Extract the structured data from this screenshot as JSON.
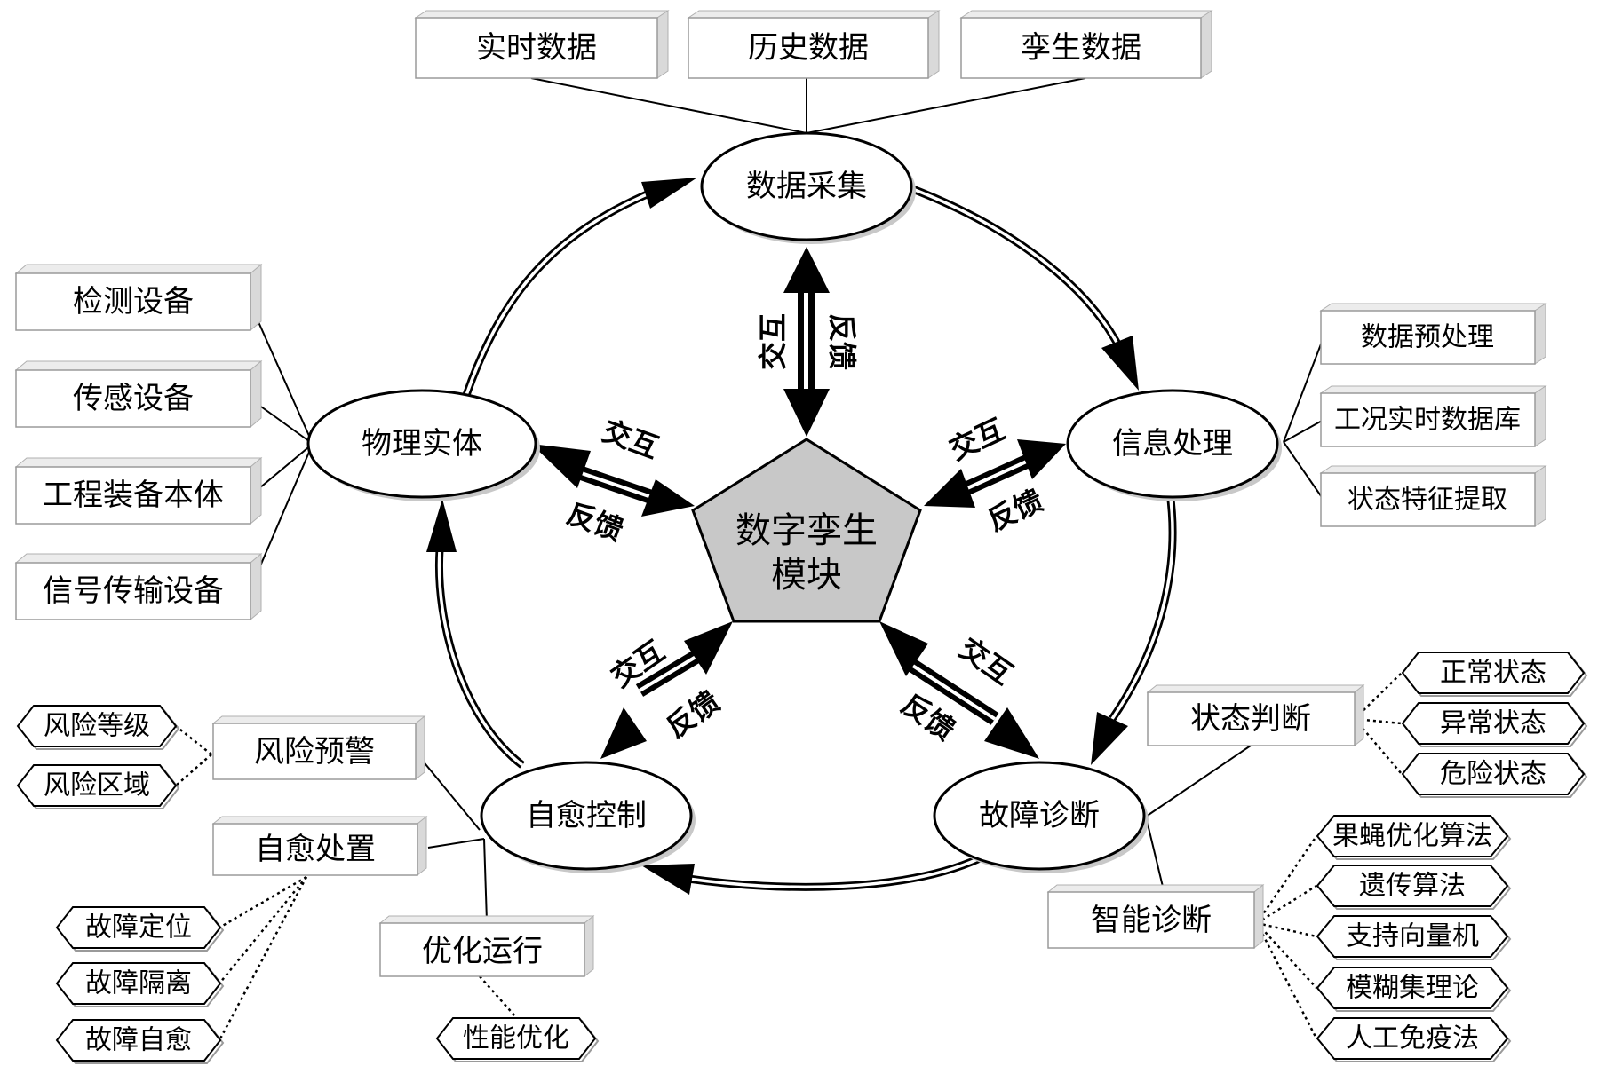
{
  "center": {
    "line1": "数字孪生",
    "line2": "模块"
  },
  "nodes": {
    "data_collection": "数据采集",
    "info_processing": "信息处理",
    "fault_diagnosis": "故障诊断",
    "self_healing": "自愈控制",
    "physical_entity": "物理实体"
  },
  "link_labels": {
    "interact": "交互",
    "feedback": "反馈"
  },
  "data_sources": [
    "实时数据",
    "历史数据",
    "孪生数据"
  ],
  "physical_items": [
    "检测设备",
    "传感设备",
    "工程装备本体",
    "信号传输设备"
  ],
  "processing_items": [
    "数据预处理",
    "工况实时数据库",
    "状态特征提取"
  ],
  "state_judgment": {
    "label": "状态判断",
    "states": [
      "正常状态",
      "异常状态",
      "危险状态"
    ]
  },
  "intelligent_diagnosis": {
    "label": "智能诊断",
    "methods": [
      "果蝇优化算法",
      "遗传算法",
      "支持向量机",
      "模糊集理论",
      "人工免疫法"
    ]
  },
  "risk_warning": {
    "label": "风险预警",
    "items": [
      "风险等级",
      "风险区域"
    ]
  },
  "self_healing_disposal": {
    "label": "自愈处置",
    "items": [
      "故障定位",
      "故障隔离",
      "故障自愈"
    ]
  },
  "optimized_operation": {
    "label": "优化运行",
    "items": [
      "性能优化"
    ]
  },
  "colors": {
    "pentagon_fill": "#c8c8c8",
    "box_border": "#9a9a9a",
    "stroke": "#000000"
  }
}
